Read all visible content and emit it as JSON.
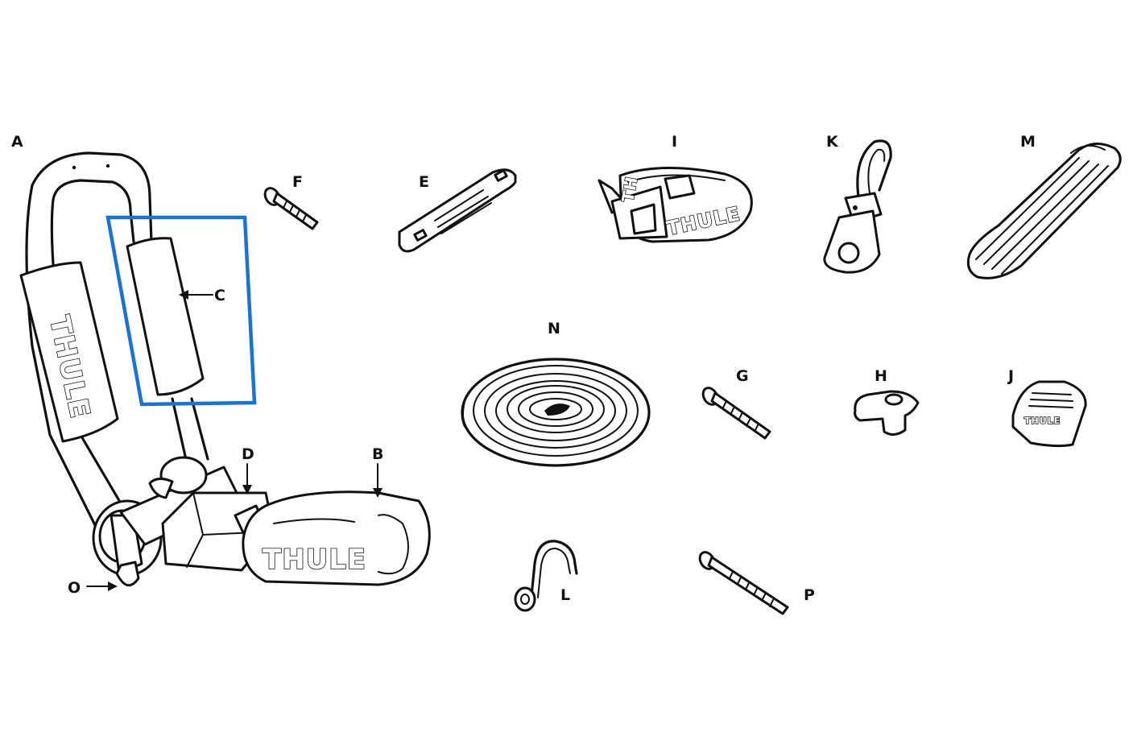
{
  "diagram": {
    "part_labels": {
      "A": "A",
      "B": "B",
      "C": "C",
      "D": "D",
      "E": "E",
      "F": "F",
      "G": "G",
      "H": "H",
      "I": "I",
      "J": "J",
      "K": "K",
      "L": "L",
      "M": "M",
      "N": "N",
      "O": "O",
      "P": "P"
    },
    "brand": {
      "pad_logo": "THULE",
      "boot_logo": "THULE",
      "strap_logo": "THULE",
      "strap_logo_short": "TH",
      "cap_logo": "THULE"
    },
    "highlight": {
      "target": "C",
      "color": "#1a73d2"
    },
    "line_color": "#111111",
    "background": "#ffffff"
  }
}
